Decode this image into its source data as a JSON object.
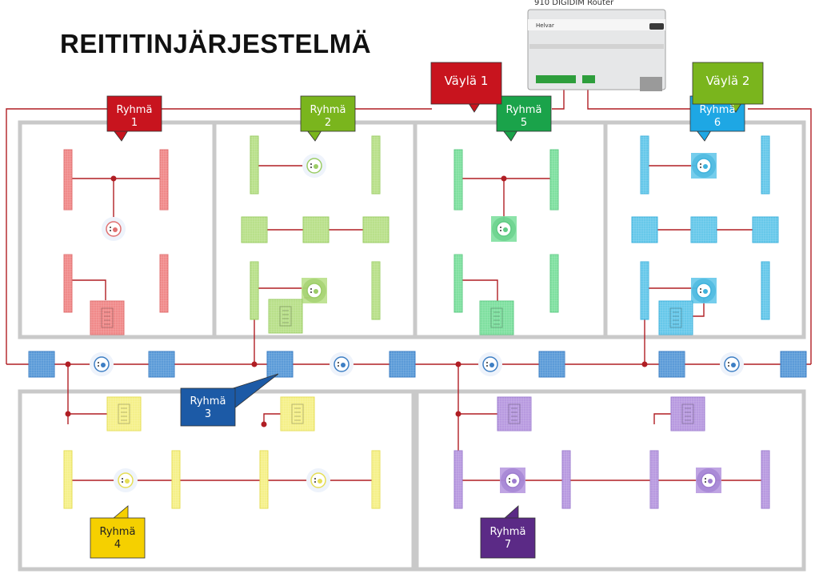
{
  "title": "REITITINJÄRJESTELMÄ",
  "router": {
    "label": "910 DIGIDIM Router",
    "brand": "Helvar"
  },
  "buses": [
    {
      "label": "Väylä 1",
      "color": "#c8141e"
    },
    {
      "label": "Väylä 2",
      "color": "#7ab51d"
    }
  ],
  "groups": [
    {
      "label": "Ryhmä",
      "number": "1",
      "color": "#c8141e"
    },
    {
      "label": "Ryhmä",
      "number": "2",
      "color": "#7ab51d"
    },
    {
      "label": "Ryhmä",
      "number": "3",
      "color": "#1c5aa6"
    },
    {
      "label": "Ryhmä",
      "number": "4",
      "color": "#f5d000"
    },
    {
      "label": "Ryhmä",
      "number": "5",
      "color": "#1aa34a"
    },
    {
      "label": "Ryhmä",
      "number": "6",
      "color": "#1ea7e4"
    },
    {
      "label": "Ryhmä",
      "number": "7",
      "color": "#5b2a86"
    }
  ]
}
